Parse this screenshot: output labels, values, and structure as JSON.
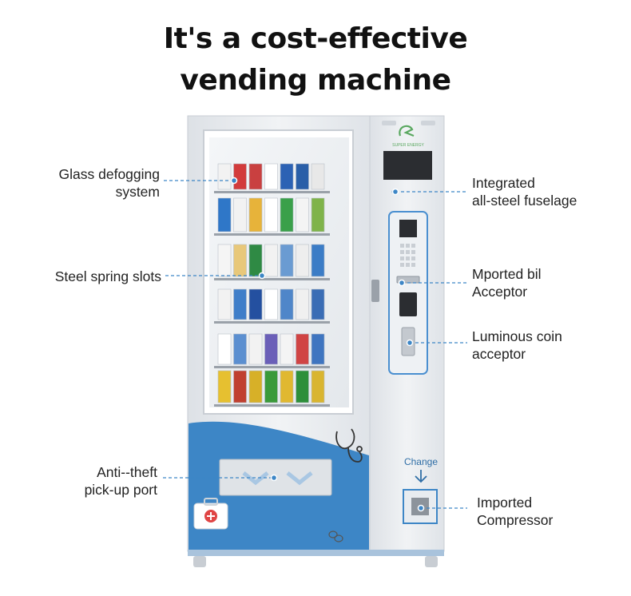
{
  "headline": {
    "line1": "It's a cost-effective",
    "line2": "vending machine"
  },
  "machine": {
    "brand": "SUPER ENERGY",
    "change_label": "Change"
  },
  "callouts": {
    "glass_defogging": {
      "line1": "Glass defogging",
      "line2": "system"
    },
    "steel_spring": {
      "line1": "Steel spring slots"
    },
    "anti_theft": {
      "line1": "Anti--theft",
      "line2": "pick-up port"
    },
    "fuselage": {
      "line1": "Integrated",
      "line2": "all-steel fuselage"
    },
    "bill_acceptor": {
      "line1": "Mported bil",
      "line2": "Acceptor"
    },
    "coin_acceptor": {
      "line1": "Luminous coin",
      "line2": "acceptor"
    },
    "compressor": {
      "line1": "Imported",
      "line2": "Compressor"
    }
  },
  "colors": {
    "accent_blue": "#3d86c6",
    "cabinet": "#e9ecf0",
    "panel_border": "#4a8fd0",
    "callout_line": "#3d86c6"
  },
  "icons": [
    "stethoscope-icon",
    "first-aid-kit-icon",
    "brand-logo-icon",
    "pills-icon",
    "arrow-down-icon",
    "chevron-down-icon"
  ]
}
